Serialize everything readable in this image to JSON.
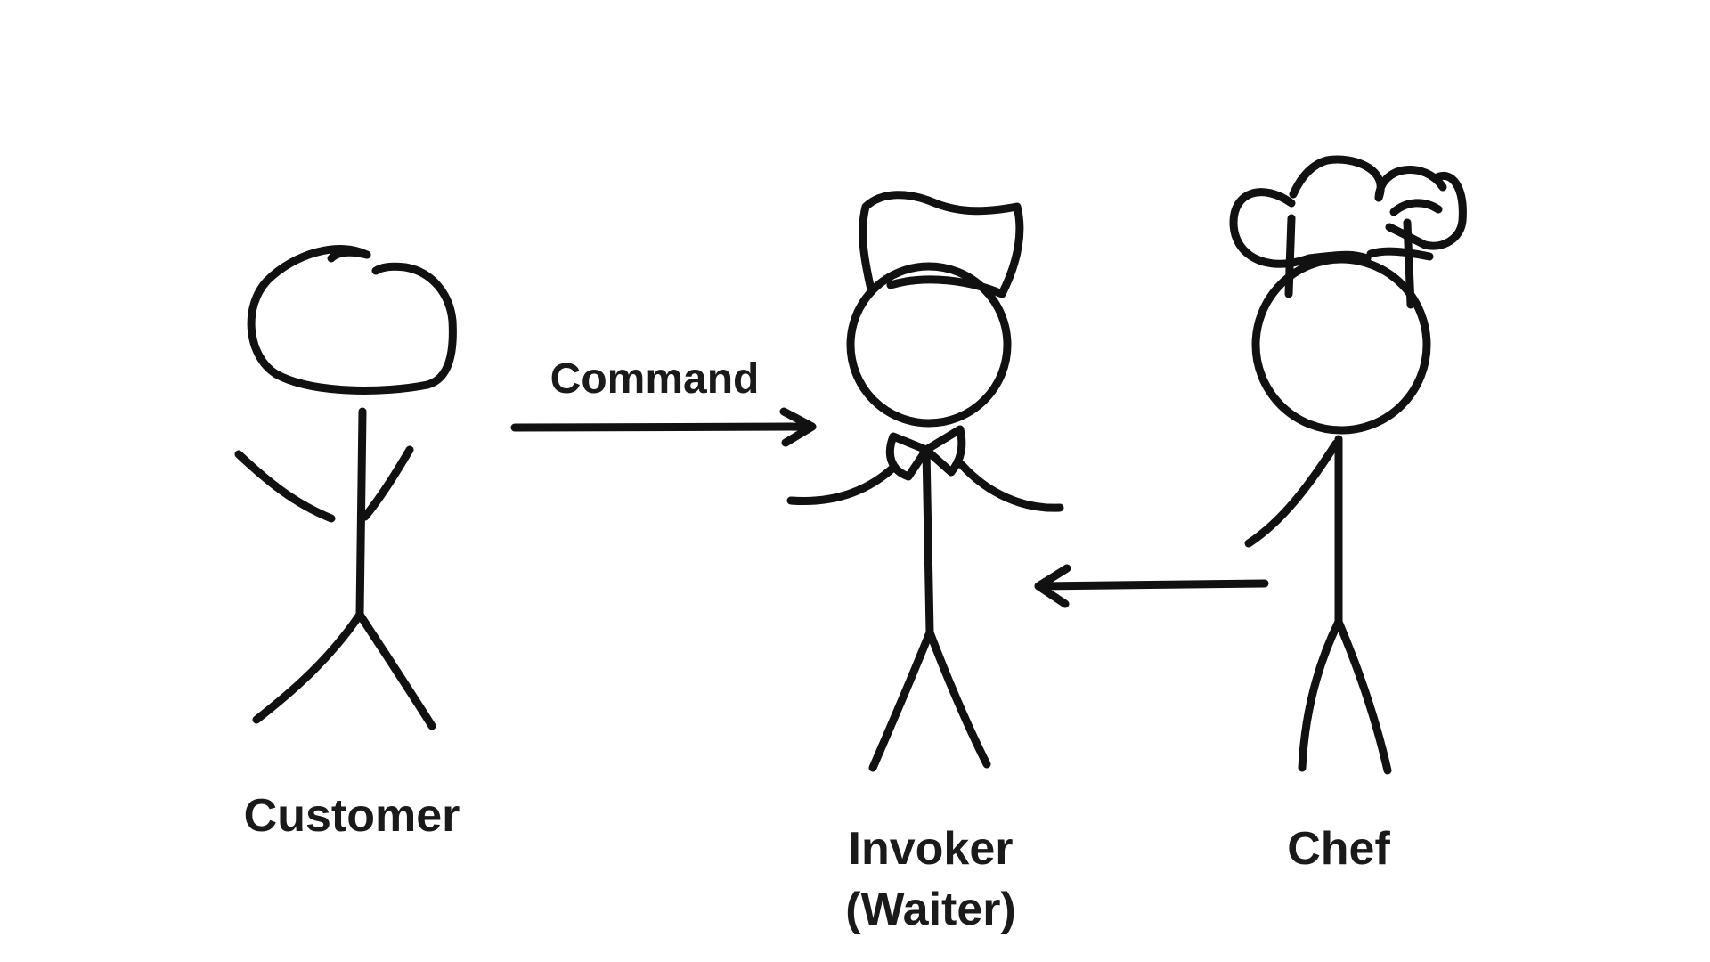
{
  "diagram": {
    "arrow_label": "Command",
    "customer_label": "Customer",
    "invoker_label_line1": "Invoker",
    "invoker_label_line2": "(Waiter)",
    "chef_label": "Chef"
  },
  "colors": {
    "ink": "#111111",
    "background": "#ffffff"
  }
}
